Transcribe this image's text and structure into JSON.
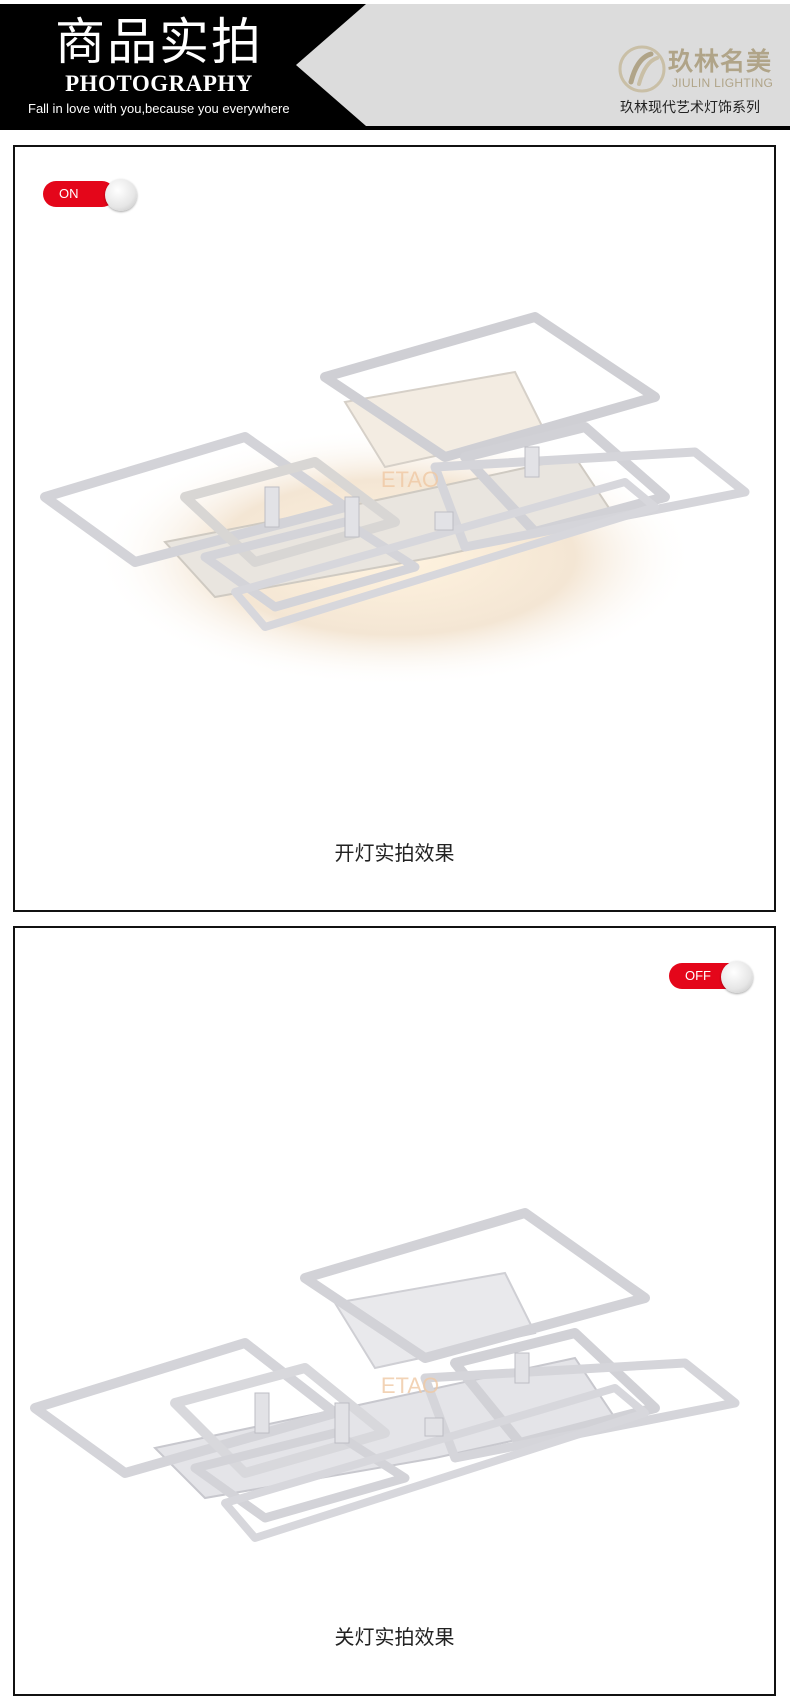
{
  "header": {
    "title_cn": "商品实拍",
    "title_en": "PHOTOGRAPHY",
    "slogan": "Fall in love with you,because you everywhere",
    "brand_name_cn": "玖林名美",
    "brand_name_en": "JIULIN LIGHTING",
    "brand_series": "玖林现代艺术灯饰系列"
  },
  "panels": [
    {
      "toggle_label": "ON",
      "caption": "开灯实拍效果",
      "watermark": "ETAO"
    },
    {
      "toggle_label": "OFF",
      "caption": "关灯实拍效果",
      "watermark": "ETAO"
    }
  ],
  "colors": {
    "toggle_red": "#e4061a",
    "brand_gold": "#b0a488",
    "header_black": "#000000",
    "header_gray": "#dcdcdc"
  }
}
